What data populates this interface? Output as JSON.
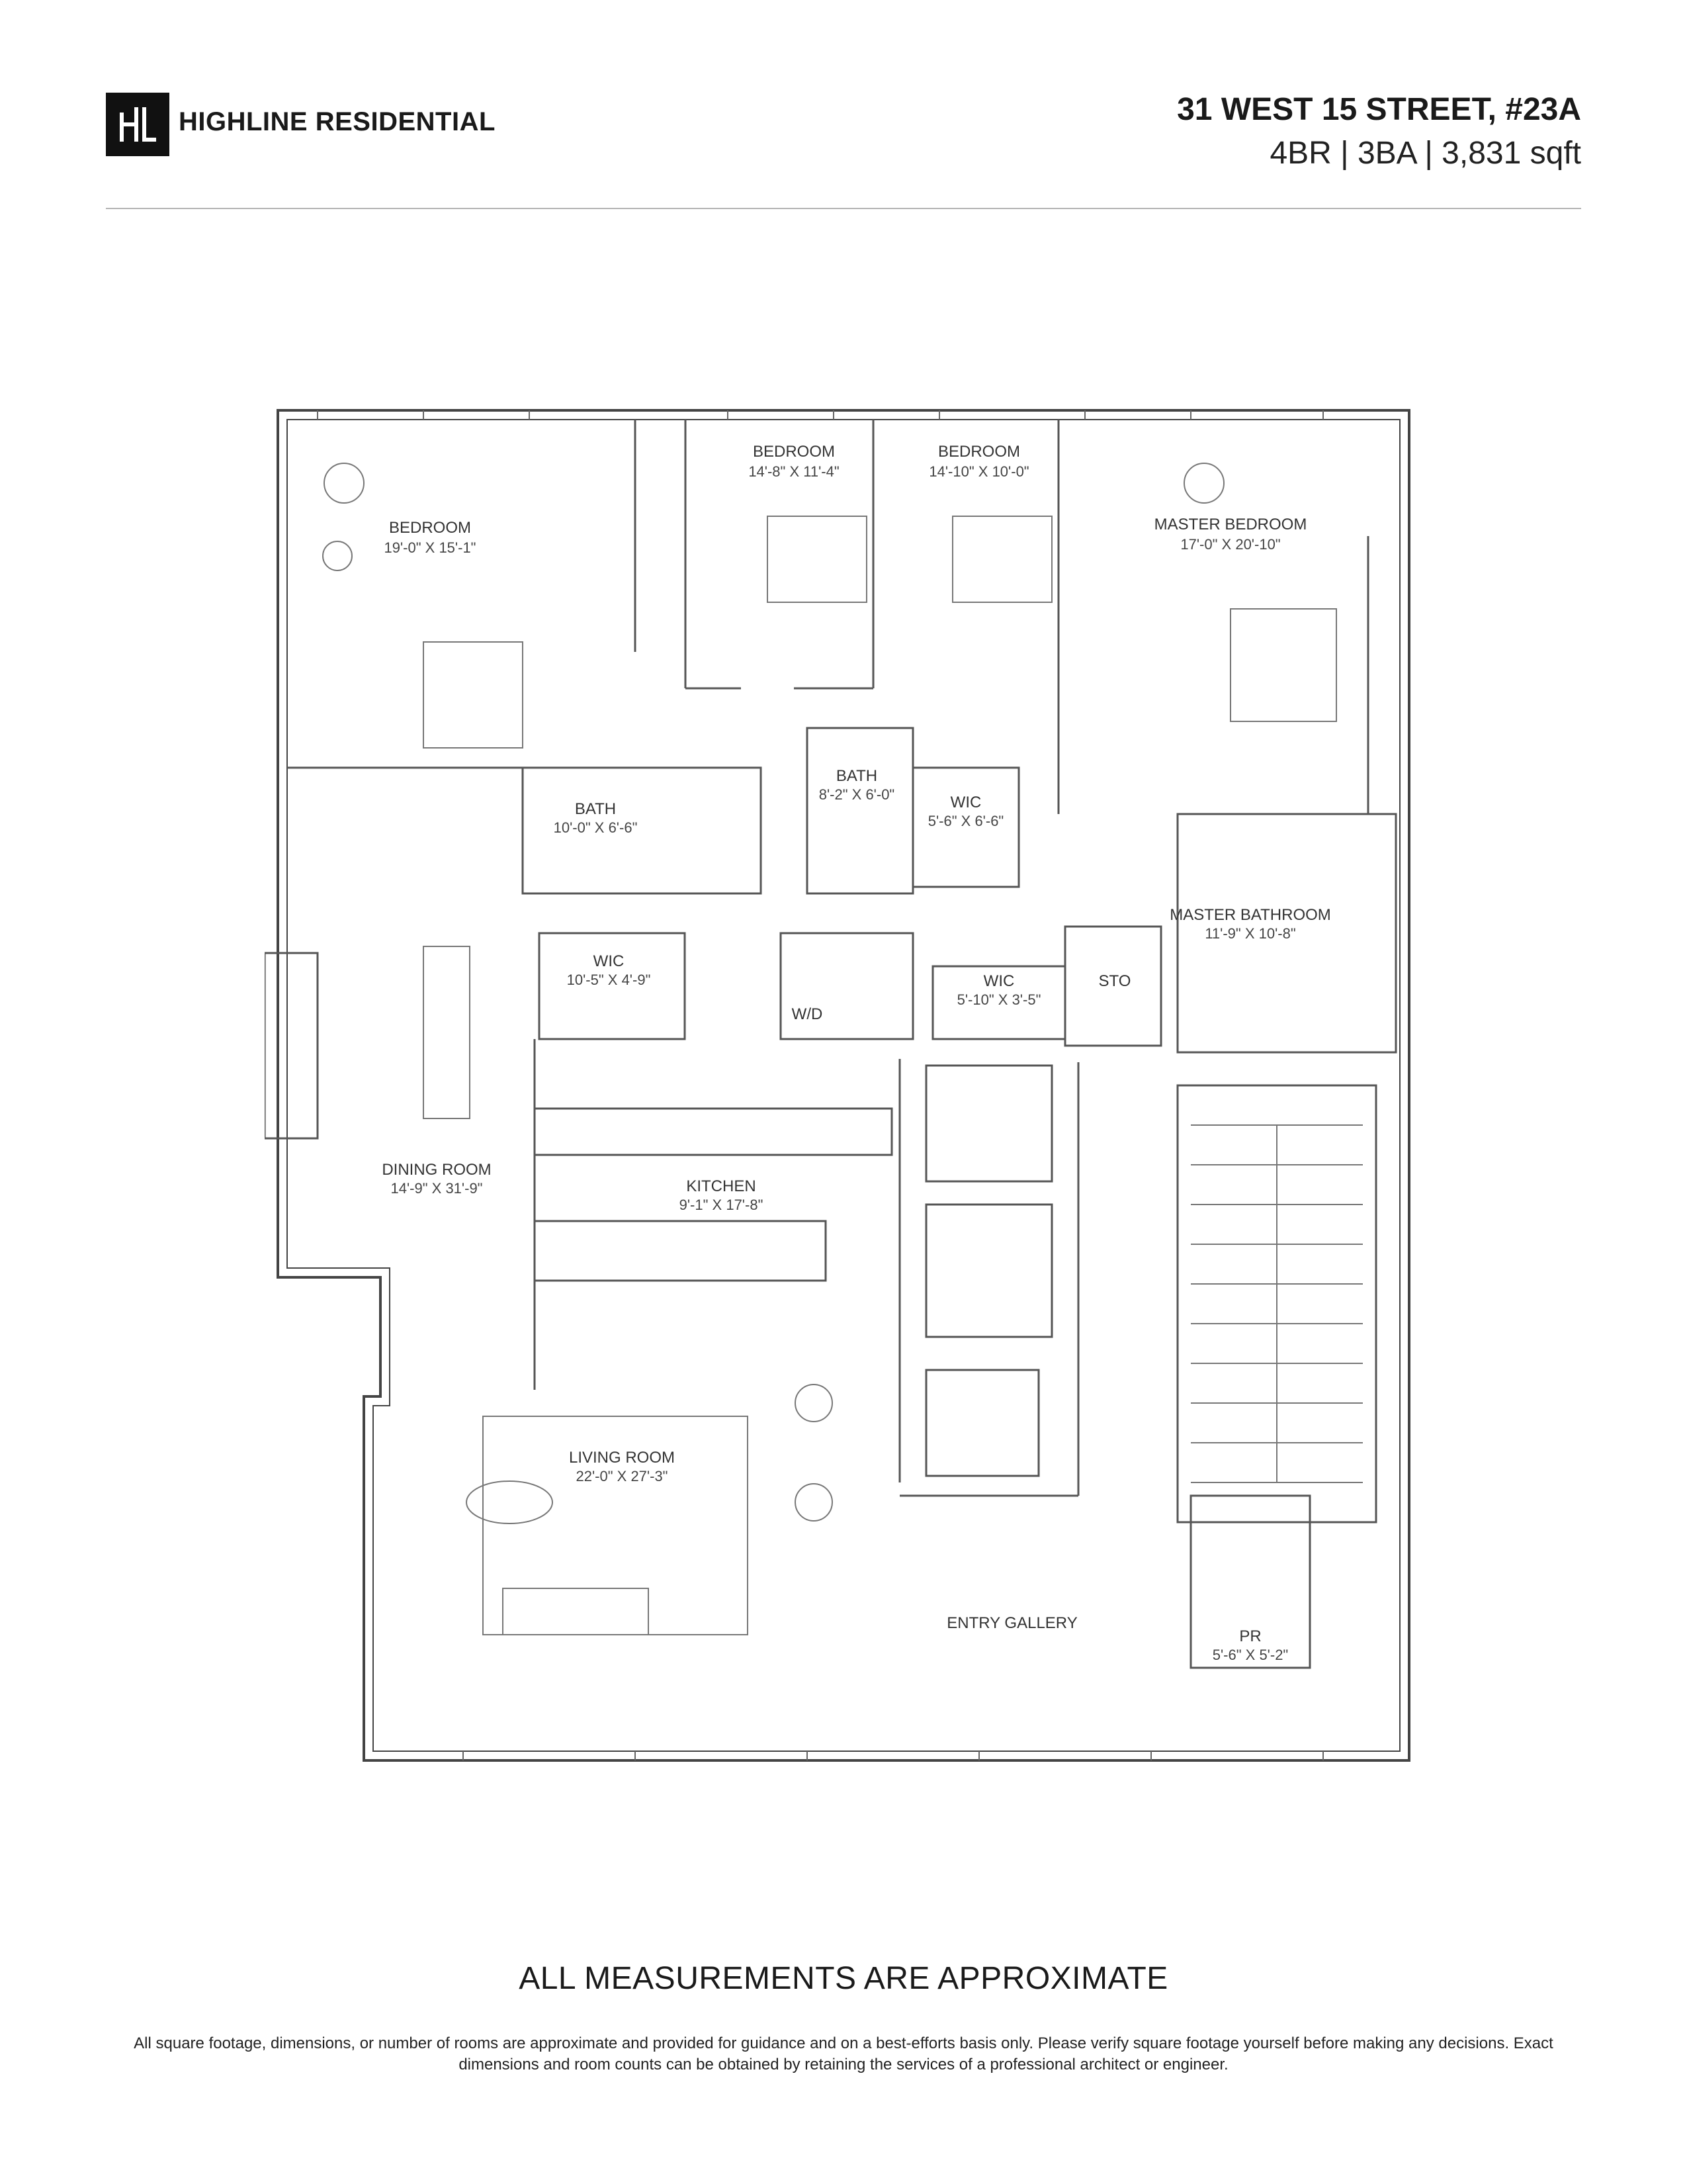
{
  "header": {
    "logo_text": "HL",
    "brand_name": "HIGHLINE RESIDENTIAL",
    "address": "31 WEST 15 STREET, #23A",
    "specs": "4BR | 3BA | 3,831 sqft"
  },
  "rooms": [
    {
      "name": "BEDROOM",
      "dims": "19'-0\" X 15'-1\""
    },
    {
      "name": "BEDROOM",
      "dims": "14'-8\" X 11'-4\""
    },
    {
      "name": "BEDROOM",
      "dims": "14'-10\" X 10'-0\""
    },
    {
      "name": "MASTER BEDROOM",
      "dims": "17'-0\" X 20'-10\""
    },
    {
      "name": "BATH",
      "dims": "10'-0\" X 6'-6\""
    },
    {
      "name": "BATH",
      "dims": "8'-2\" X 6'-0\""
    },
    {
      "name": "WIC",
      "dims": "5'-6\" X 6'-6\""
    },
    {
      "name": "MASTER BATHROOM",
      "dims": "11'-9\" X 10'-8\""
    },
    {
      "name": "WIC",
      "dims": "10'-5\" X 4'-9\""
    },
    {
      "name": "W/D",
      "dims": ""
    },
    {
      "name": "WIC",
      "dims": "5'-10\" X 3'-5\""
    },
    {
      "name": "STO",
      "dims": ""
    },
    {
      "name": "DINING ROOM",
      "dims": "14'-9\" X 31'-9\""
    },
    {
      "name": "KITCHEN",
      "dims": "9'-1\" X 17'-8\""
    },
    {
      "name": "LIVING ROOM",
      "dims": "22'-0\" X 27'-3\""
    },
    {
      "name": "ENTRY GALLERY",
      "dims": ""
    },
    {
      "name": "PR",
      "dims": "5'-6\" X 5'-2\""
    }
  ],
  "footer": {
    "notice": "ALL MEASUREMENTS ARE APPROXIMATE",
    "disclaimer": "All square footage, dimensions, or number of rooms are approximate and provided for guidance and on a best-efforts basis only. Please verify square footage yourself before making any decisions. Exact dimensions and room counts can be obtained by retaining the services of a professional architect or engineer."
  }
}
